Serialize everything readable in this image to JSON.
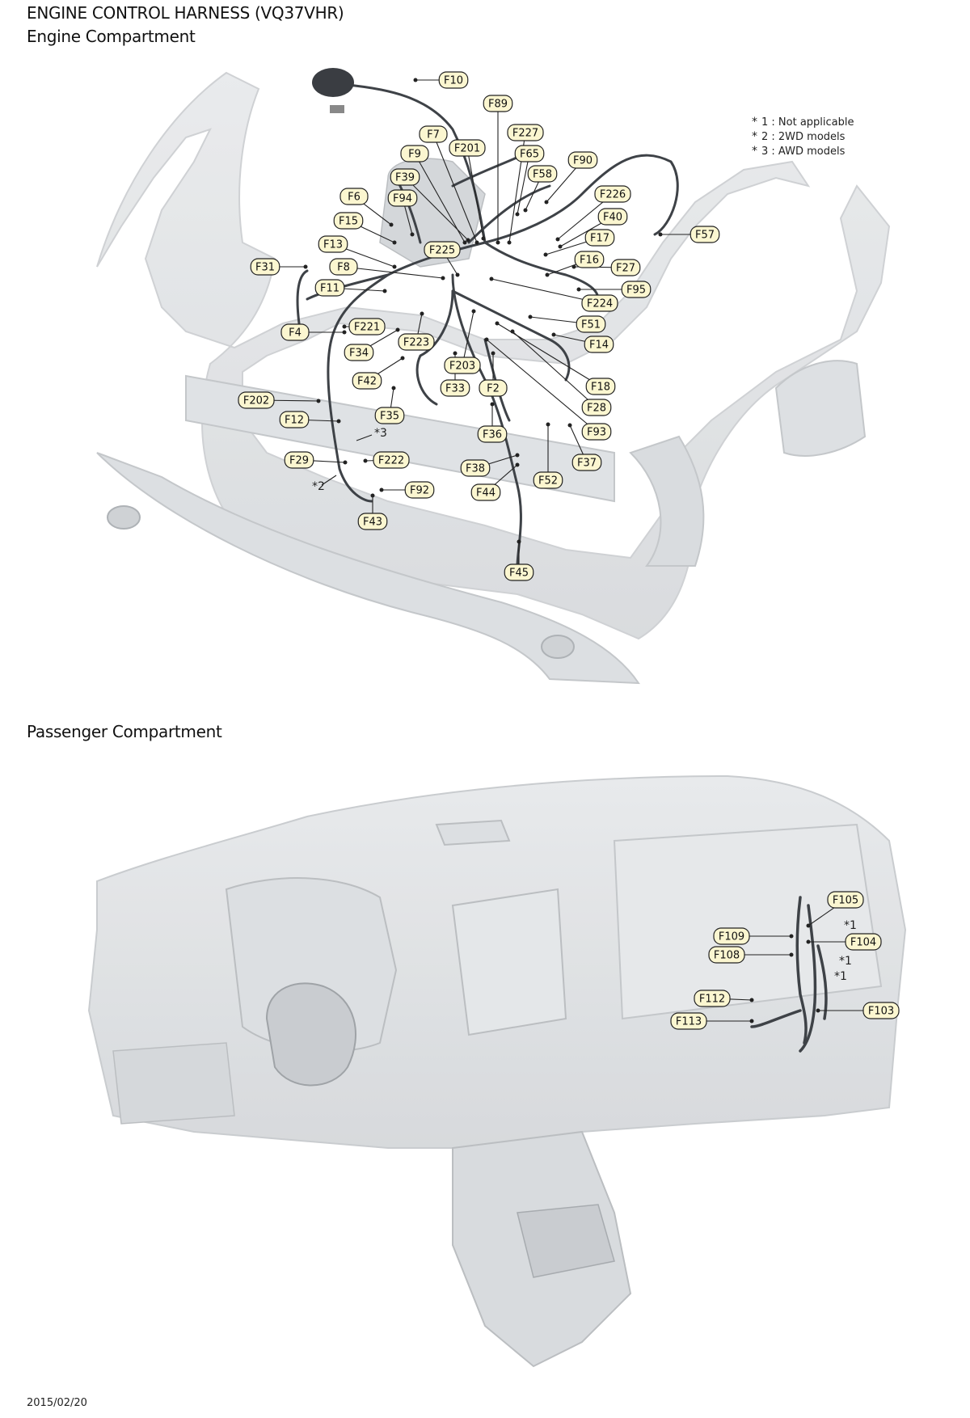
{
  "header": {
    "title": "ENGINE CONTROL HARNESS (VQ37VHR)",
    "section1": "Engine Compartment",
    "section2": "Passenger Compartment"
  },
  "legend": [
    {
      "mark": "*1",
      "text": "1 : Not applicable"
    },
    {
      "mark": "*2",
      "text": "2 : 2WD models"
    },
    {
      "mark": "*3",
      "text": "3 : AWD models"
    }
  ],
  "engine_connectors": [
    "F10",
    "F89",
    "F7",
    "F227",
    "F201",
    "F9",
    "F65",
    "F90",
    "F58",
    "F39",
    "F6",
    "F94",
    "F226",
    "F15",
    "F40",
    "F57",
    "F13",
    "F225",
    "F17",
    "F31",
    "F8",
    "F16",
    "F27",
    "F11",
    "F95",
    "F224",
    "F221",
    "F4",
    "F51",
    "F34",
    "F223",
    "F14",
    "F203",
    "F42",
    "F33",
    "F2",
    "F18",
    "F202",
    "F35",
    "F28",
    "F12",
    "F36",
    "F93",
    "F29",
    "F222",
    "F37",
    "F38",
    "F52",
    "F44",
    "F92",
    "F43",
    "F45"
  ],
  "passenger_connectors": [
    "F105",
    "F109",
    "F104",
    "F108",
    "F112",
    "F103",
    "F113"
  ],
  "annotation_marks": {
    "m2": "*2",
    "m3": "*3",
    "p1a": "*1",
    "p1b": "*1",
    "p1c": "*1"
  },
  "footer": {
    "date": "2015/02/20"
  }
}
